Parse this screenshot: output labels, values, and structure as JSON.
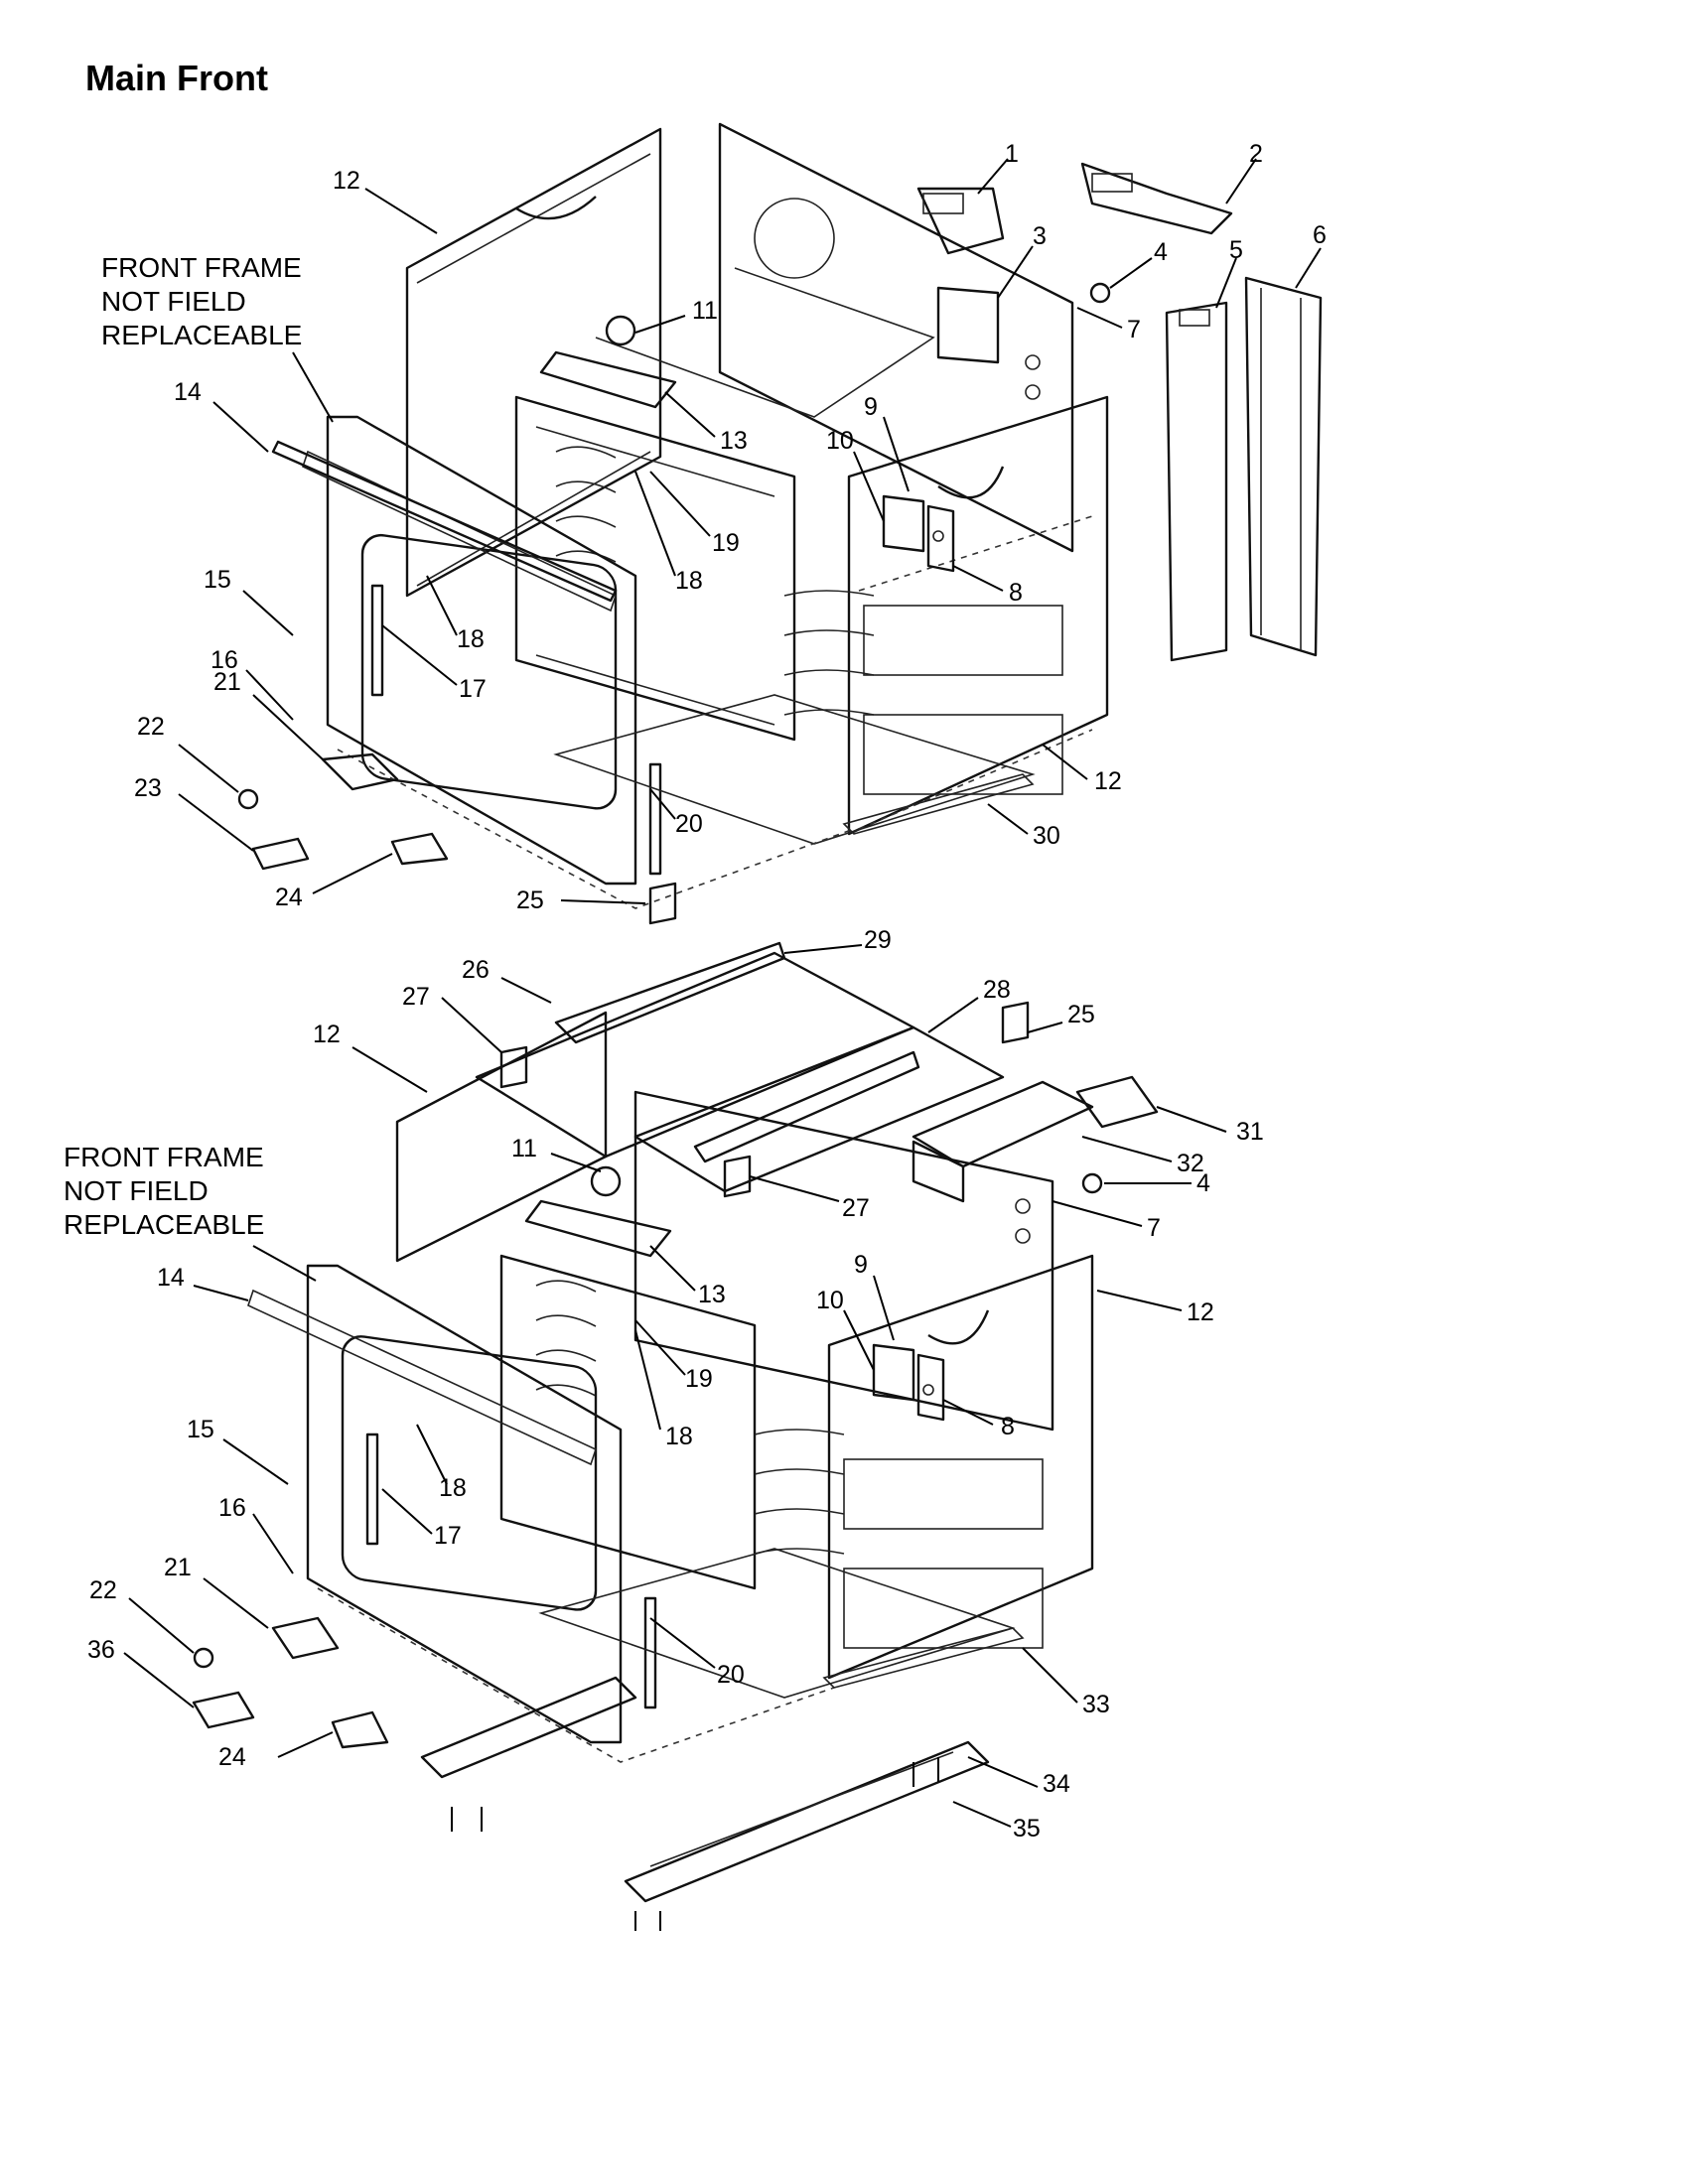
{
  "title": "Main Front",
  "notes": {
    "upper": [
      "FRONT FRAME",
      "NOT FIELD",
      "REPLACEABLE"
    ],
    "lower": [
      "FRONT FRAME",
      "NOT FIELD",
      "REPLACEABLE"
    ]
  },
  "callouts": [
    "1",
    "2",
    "3",
    "4",
    "5",
    "6",
    "7",
    "8",
    "9",
    "10",
    "11",
    "12",
    "13",
    "14",
    "15",
    "16",
    "17",
    "18",
    "19",
    "20",
    "21",
    "22",
    "23",
    "24",
    "25",
    "26",
    "27",
    "28",
    "29",
    "30",
    "31",
    "32",
    "33",
    "34",
    "35",
    "36"
  ]
}
